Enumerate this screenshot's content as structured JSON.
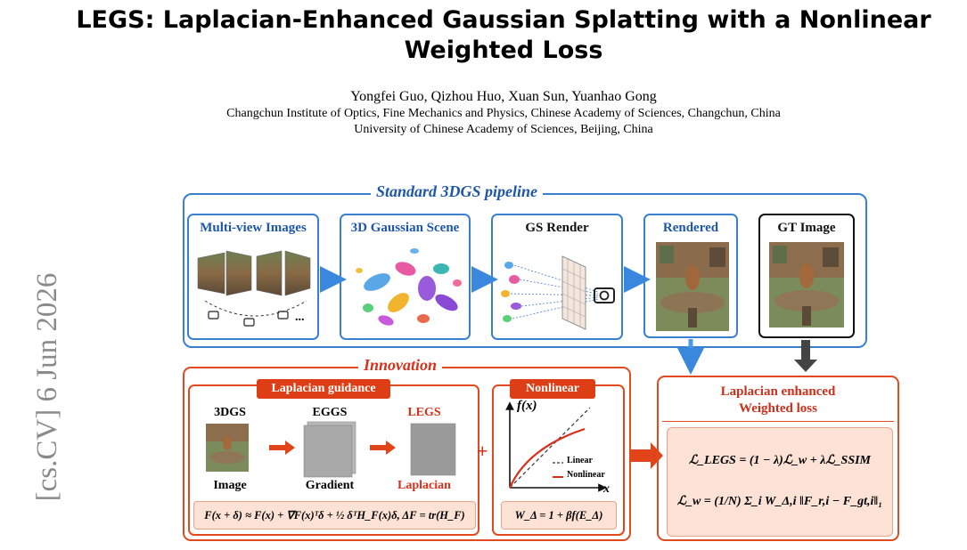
{
  "paper": {
    "title_line1": "LEGS: Laplacian-Enhanced Gaussian Splatting with a Nonlinear",
    "title_line2": "Weighted Loss",
    "authors": "Yongfei Guo, Qizhou Huo, Xuan Sun, Yuanhao Gong",
    "affiliation1": "Changchun Institute of Optics, Fine Mechanics and Physics, Chinese Academy of Sciences, Changchun, China",
    "affiliation2": "University of Chinese Academy of Sciences, Beijing, China",
    "arxiv_stamp": "[cs.CV]  6 Jun 2026"
  },
  "pipeline": {
    "title": "Standard 3DGS pipeline",
    "stages": [
      "Multi-view Images",
      "3D Gaussian Scene",
      "GS Render",
      "Rendered"
    ],
    "gt_label": "GT Image",
    "ellipsis": "..."
  },
  "innovation": {
    "title": "Innovation",
    "laplacian_pill": "Laplacian guidance",
    "nonlinear_pill": "Nonlinear",
    "columns": [
      {
        "header": "3DGS",
        "caption": "Image",
        "header_color": "#000000",
        "caption_color": "#000000"
      },
      {
        "header": "EGGS",
        "caption": "Gradient",
        "header_color": "#000000",
        "caption_color": "#000000"
      },
      {
        "header": "LEGS",
        "caption": "Laplacian",
        "header_color": "#d8301a",
        "caption_color": "#d8301a"
      }
    ],
    "plus": "+",
    "taylor_formula": "F(x + δ) ≈ F(x) + ∇F(x)ᵀδ + ½ δᵀH_F(x)δ, ΔF = tr(H_F)",
    "weight_formula": "W_Δ = 1 + βf(E_Δ)",
    "plot": {
      "ylabel": "f(x)",
      "xlabel": "x",
      "legend_linear": "Linear",
      "legend_nonlinear": "Nonlinear"
    }
  },
  "loss": {
    "title_line1": "Laplacian enhanced",
    "title_line2": "Weighted loss",
    "eq1": "ℒ_LEGS = (1 − λ)ℒ_w + λℒ_SSIM",
    "eq2": "ℒ_w = (1/N) Σ_i W_Δ,i ‖F_r,i − F_gt,i‖₁"
  },
  "colors": {
    "blue": "#3a80d0",
    "blue_text": "#1f57a8",
    "red": "#e04a1e",
    "red_dark": "#d8301a",
    "arrow_red": "#e2441a",
    "arrow_gray": "#444444",
    "peach": "#fde2d5"
  }
}
